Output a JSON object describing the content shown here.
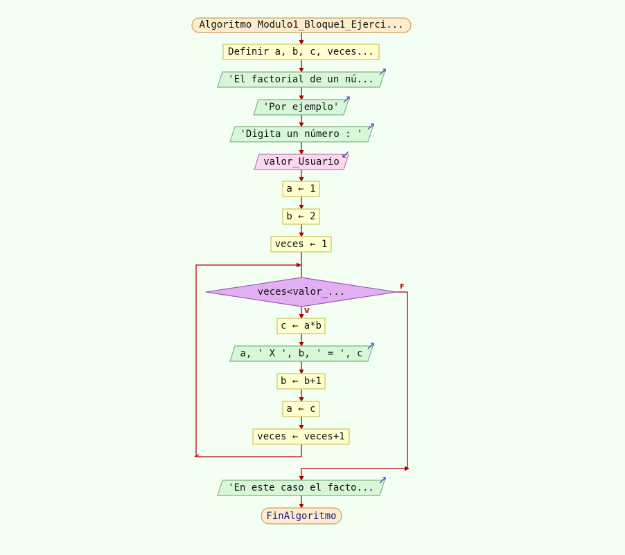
{
  "flowchart": {
    "start": {
      "keyword": "Algoritmo",
      "name": "Modulo1_Bloque1_Ejerci..."
    },
    "define": "Definir a, b, c, veces...",
    "output1": "'El factorial de un nú...",
    "output2": "'Por ejemplo'",
    "output3": "'Digita un número : '",
    "input1": "valor_Usuario",
    "assign_a": "a ← 1",
    "assign_b": "b ← 2",
    "assign_veces": "veces ← 1",
    "loop": {
      "condition": "veces<valor_...",
      "true_label": "V",
      "false_label": "F",
      "assign_c": "c ← a*b",
      "output": "a, ' X ', b, ' = ', c",
      "inc_b": "b ← b+1",
      "set_a": "a ← c",
      "inc_veces": "veces ← veces+1"
    },
    "output_final": "'En este caso el facto...",
    "end": "FinAlgoritmo"
  },
  "colors": {
    "background": "#f4fff4",
    "terminal_fill": "#ffeccc",
    "terminal_stroke": "#c8a16a",
    "process_fill": "#ffffd0",
    "process_stroke": "#c9c35c",
    "output_fill": "#d8f7d8",
    "output_stroke": "#7fb27f",
    "input_fill": "#fcd8f0",
    "input_stroke": "#c07aa8",
    "decision_fill": "#e2b0f2",
    "decision_stroke": "#9a5cb8",
    "arrow": "#b00000",
    "io_arrow": "#2a2ab0"
  }
}
